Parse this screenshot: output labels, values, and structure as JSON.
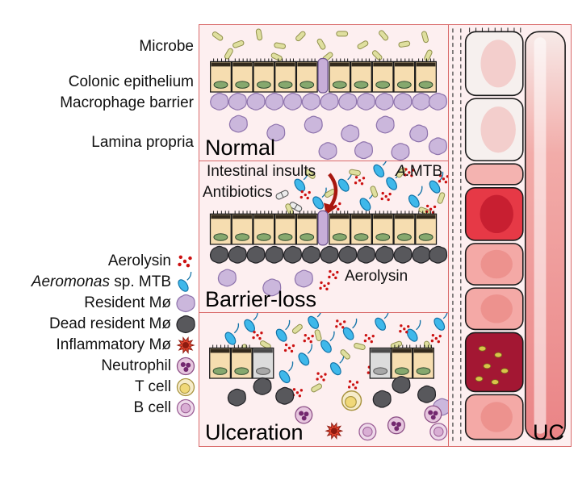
{
  "row_labels": {
    "microbe": "Microbe",
    "colonic_epithelium": "Colonic epithelium",
    "macrophage_barrier": "Macrophage barrier",
    "lamina_propria": "Lamina propria"
  },
  "legend": {
    "aerolysin": {
      "label": "Aerolysin"
    },
    "aeromonas": {
      "italic": "Aeromonas",
      "rest": " sp. MTB"
    },
    "resident_mo": {
      "label": "Resident Mø"
    },
    "dead_resident_mo": {
      "label": "Dead resident Mø"
    },
    "inflammatory_mo": {
      "label": "Inflammatory Mø"
    },
    "neutrophil": {
      "label": "Neutrophil"
    },
    "t_cell": {
      "label": "T cell"
    },
    "b_cell": {
      "label": "B cell"
    }
  },
  "panels": {
    "normal": {
      "title": "Normal"
    },
    "barrier_loss": {
      "title": "Barrier-loss",
      "intestinal_insults": "Intestinal insults",
      "antibiotics": "Antibiotics",
      "amtb_italic": "A.",
      "amtb_rest": "MTB",
      "aerolysin": "Aerolysin"
    },
    "ulceration": {
      "title": "Ulceration"
    },
    "colon": {
      "uc_label": "UC"
    }
  },
  "colors": {
    "panel_bg": "#fdeff0",
    "panel_border": "#d96a6a",
    "microbe_fill": "#dfdf9f",
    "epithelium_fill": "#f6ddb0",
    "nucleus_fill": "#86a86e",
    "goblet_fill": "#c7aed8",
    "macrophage_fill": "#cbb7dc",
    "dead_macrophage_fill": "#58585c",
    "aeromonas_fill": "#3fb8ea",
    "aerolysin_dot": "#cc1111",
    "inflammatory_fill": "#e2452f",
    "neutrophil_fill": "#e6c6de",
    "t_cell_fill": "#f0d878",
    "b_cell_fill": "#d9aed4",
    "inflamed_segment": "#e63946",
    "ulcer_segment": "#a31733",
    "colon_wall": "#ee8d8d"
  }
}
